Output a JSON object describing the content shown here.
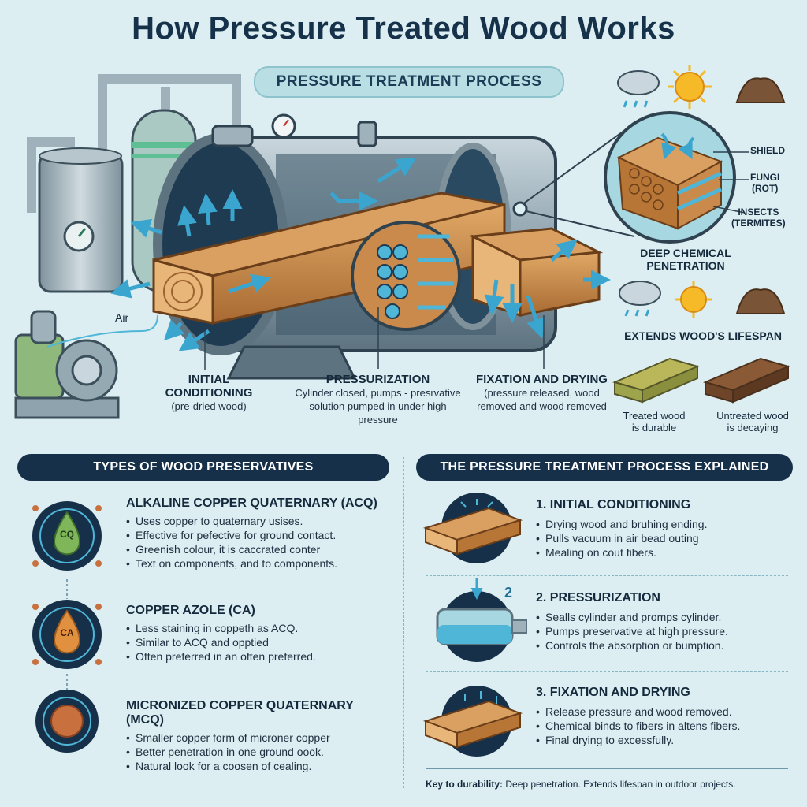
{
  "title": "How Pressure Treated Wood Works",
  "process_pill": "PRESSURE TREATMENT PROCESS",
  "diagram": {
    "air_label": "Air",
    "stages": [
      {
        "title": "INITIAL\nCONDITIONING",
        "desc": "(pre-dried wood)"
      },
      {
        "title": "PRESSURIZATION",
        "desc": "Cylinder closed, pumps - presrvative solution pumped in under high pressure"
      },
      {
        "title": "FIXATION AND DRYING",
        "desc": "(pressure released, wood removed and wood removed"
      }
    ],
    "callouts": {
      "shield": "SHIELD",
      "fungi": "FUNGI\n(ROT)",
      "insects": "INSECTS\n(TERMITES)"
    },
    "deep_penetration": "DEEP CHEMICAL\nPENETRATION",
    "lifespan": "EXTENDS WOOD'S LIFESPAN",
    "treated": "Treated wood\nis durable",
    "untreated": "Untreated wood\nis decaying"
  },
  "types_banner": "TYPES OF WOOD PRESERVATIVES",
  "preservatives": [
    {
      "icon_text": "CQ",
      "title": "ALKALINE COPPER QUATERNARY (ACQ)",
      "color": "#7fb65a",
      "bullets": [
        "Uses copper to quaternary usises.",
        "Effective for pefective for ground contact.",
        "Greenish colour, it is caccrated conter",
        "Text on components, and to components."
      ]
    },
    {
      "icon_text": "CA",
      "title": "COPPER AZOLE (CA)",
      "color": "#e0903e",
      "bullets": [
        "Less staining in coppeth as ACQ.",
        "Similar to ACQ and opptied",
        "Often preferred in an often preferred."
      ]
    },
    {
      "icon_text": "",
      "title": "MICRONIZED COPPER QUATERNARY (MCQ)",
      "color": "#c8703e",
      "bullets": [
        "Smaller copper form of microner copper",
        "Better penetration in one ground oook.",
        "Natural look for a coosen of cealing."
      ]
    }
  ],
  "explained_banner": "THE PRESSURE TREATMENT PROCESS EXPLAINED",
  "steps": [
    {
      "title": "1. INITIAL CONDITIONING",
      "bullets": [
        "Drying wood and bruhing ending.",
        "Pulls vacuum in air bead outing",
        "Mealing on cout fibers."
      ]
    },
    {
      "title": "2. PRESSURIZATION",
      "bullets": [
        "Sealls cylinder and promps cylinder.",
        "Pumps preservative at high pressure.",
        "Controls the absorption or bumption."
      ]
    },
    {
      "title": "3. FIXATION AND DRYING",
      "bullets": [
        "Release pressure and wood removed.",
        "Chemical binds to fibers in altens fibers.",
        "Final drying to excessfully."
      ]
    }
  ],
  "step2_badge": "2",
  "key": {
    "bold": "Key to durability:",
    "text": " Deep penetration. Extends lifespan in outdoor projects."
  },
  "colors": {
    "navy": "#163049",
    "water": "#4fb6d8",
    "wood": "#c98a4b",
    "background": "#dceef2"
  }
}
